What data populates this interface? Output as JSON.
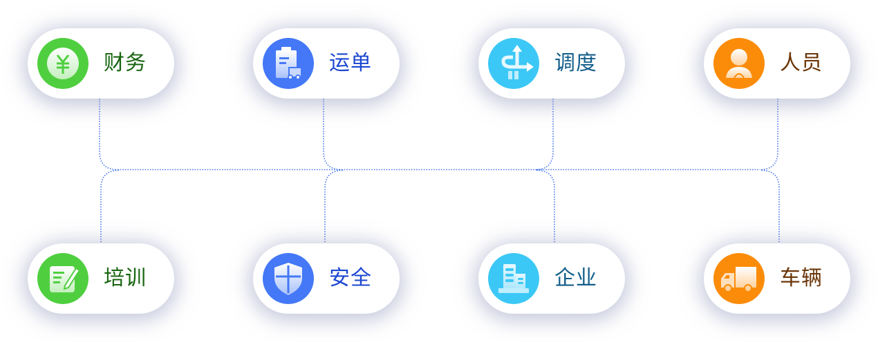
{
  "modules": [
    {
      "id": "finance",
      "label": "财务",
      "icon": "yuan-coin-icon",
      "color": "#4fcf3f",
      "text_color": "#17640f"
    },
    {
      "id": "waybill",
      "label": "运单",
      "icon": "clipboard-truck-icon",
      "color": "#4478f6",
      "text_color": "#1a46d0"
    },
    {
      "id": "dispatch",
      "label": "调度",
      "icon": "route-arrow-icon",
      "color": "#3cc8f6",
      "text_color": "#135e8a"
    },
    {
      "id": "personnel",
      "label": "人员",
      "icon": "person-icon",
      "color": "#fb8c0a",
      "text_color": "#6b3608"
    },
    {
      "id": "training",
      "label": "培训",
      "icon": "edit-note-icon",
      "color": "#4fcf3f",
      "text_color": "#17640f"
    },
    {
      "id": "safety",
      "label": "安全",
      "icon": "shield-icon",
      "color": "#4478f6",
      "text_color": "#1a46d0"
    },
    {
      "id": "enterprise",
      "label": "企业",
      "icon": "building-icon",
      "color": "#3cc8f6",
      "text_color": "#135e8a"
    },
    {
      "id": "vehicle",
      "label": "车辆",
      "icon": "truck-icon",
      "color": "#fb8c0a",
      "text_color": "#6b3608"
    }
  ],
  "connector_color": "#4a78ee"
}
